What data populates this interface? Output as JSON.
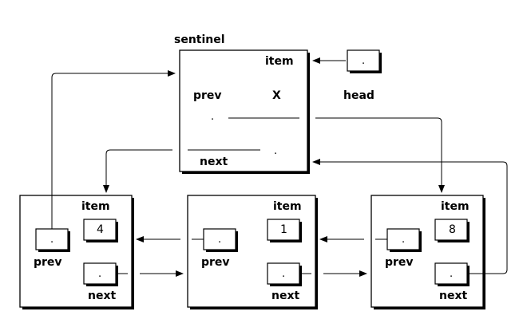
{
  "sentinel": {
    "title": "sentinel",
    "item_label": "item",
    "item_value": "X",
    "prev_label": "prev",
    "prev_value": ".",
    "next_label": "next",
    "next_value": "."
  },
  "head": {
    "label": "head",
    "value": "."
  },
  "nodes": [
    {
      "item_label": "item",
      "item_value": "4",
      "prev_label": "prev",
      "prev_value": ".",
      "next_label": "next",
      "next_value": "."
    },
    {
      "item_label": "item",
      "item_value": "1",
      "prev_label": "prev",
      "prev_value": ".",
      "next_label": "next",
      "next_value": "."
    },
    {
      "item_label": "item",
      "item_value": "8",
      "prev_label": "prev",
      "prev_value": ".",
      "next_label": "next",
      "next_value": "."
    }
  ]
}
